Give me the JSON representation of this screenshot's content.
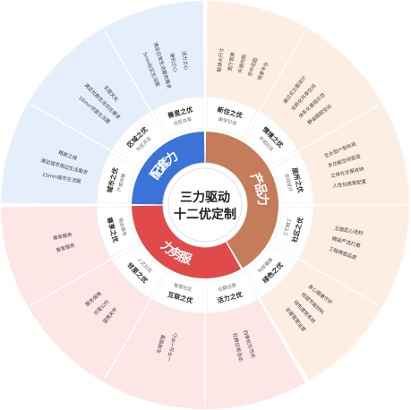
{
  "center": {
    "line1": "三力驱动",
    "line2": "十二优定制"
  },
  "colors": {
    "product_core": "#c47c5a",
    "product_outer": "#fdeee4",
    "service_core": "#e04a4a",
    "service_outer": "#fde6e6",
    "config_core": "#3b73d6",
    "config_outer": "#e5eefb",
    "segment_fill": "#ffffff",
    "separator": "#ffffff"
  },
  "groups": {
    "product": {
      "label": "产品力",
      "segments": [
        {
          "title": "新住之优",
          "sub": "美学引领",
          "desc": [
            "联排大尺寸",
            "宽厅宽景",
            "天境内院",
            "空中花园",
            "观景平台"
          ]
        },
        {
          "title": "情境之优",
          "sub": "外观社区",
          "desc": [
            "通过式立面设计",
            "全龄化共享空间",
            "体系化景观示范",
            "静谧庭院空间"
          ]
        },
        {
          "title": "居所之优",
          "sub": "空间设计",
          "desc": [
            "生长型户型布局",
            "多功能空间营造",
            "立体化全屋收纳",
            "人性化居家配置"
          ]
        },
        {
          "title": "社区之优",
          "sub": "工艺精工",
          "desc": [
            "立面匠心选材",
            "精装严选打磨",
            "工程缜密品质"
          ]
        },
        {
          "title": "绿色之优",
          "sub": "科技健康",
          "desc": [
            "身心健康守护",
            "低碳节能材料",
            "绿色建筑系统",
            "全屋智慧运营"
          ]
        }
      ]
    },
    "service": {
      "label": "服务力",
      "segments": [
        {
          "title": "活力之优",
          "sub": "社群运营",
          "desc": [
            "四季欢乐节庆",
            "社群日常活动"
          ]
        },
        {
          "title": "互联之优",
          "sub": "智慧社区",
          "desc": [
            "一平台一中心",
            "全域智慧"
          ]
        },
        {
          "title": "邻里之优",
          "sub": "人文社区",
          "desc": [
            "温情关怀",
            "邻里公约",
            "服务保障"
          ]
        },
        {
          "title": "尊享之优",
          "sub": "物业服务",
          "desc": [
            "管家服务",
            "尊享服务"
          ]
        }
      ]
    },
    "config": {
      "label": "配套力",
      "segments": [
        {
          "title": "城市之优",
          "sub": "产城共融",
          "desc": [
            "15min城市生活圈",
            "满足城市周边生活需求",
            "精致之城"
          ]
        },
        {
          "title": "区域之优",
          "sub": "社区共生",
          "desc": [
            "10min邻里生活圈",
            "满足社群生活交往需求",
            "主题文化"
          ]
        },
        {
          "title": "善里之优",
          "sub": "社区共享",
          "desc": [
            "5min社区生活圈",
            "满足日常生活服务需求",
            "便利之心",
            "活力之心"
          ]
        }
      ]
    }
  }
}
